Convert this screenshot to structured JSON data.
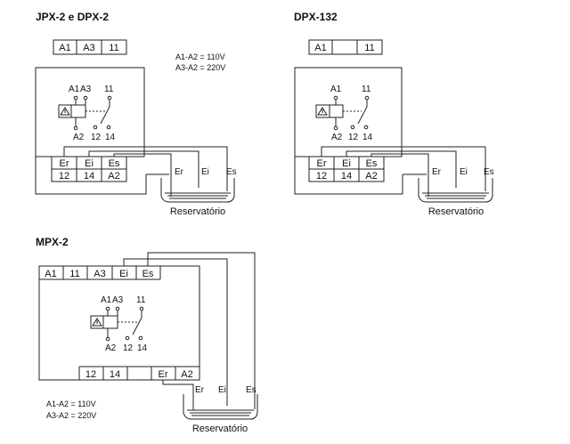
{
  "diagram1": {
    "title": "JPX-2 e DPX-2",
    "top_terminals": [
      "A1",
      "A3",
      "11"
    ],
    "note_line1": "A1-A2 = 110V",
    "note_line2": "A3-A2 = 220V",
    "relay_top": [
      "A1",
      "A3",
      "11"
    ],
    "relay_bottom": [
      "A2",
      "12",
      "14"
    ],
    "bottom_row1": [
      "Er",
      "Ei",
      "Es"
    ],
    "bottom_row2": [
      "12",
      "14",
      "A2"
    ],
    "probes": [
      "Er",
      "Ei",
      "Es"
    ],
    "reservoir": "Reservatório"
  },
  "diagram2": {
    "title": "DPX-132",
    "top_terminals": [
      "A1",
      "",
      "11"
    ],
    "relay_top": [
      "A1",
      "11"
    ],
    "relay_bottom": [
      "A2",
      "12",
      "14"
    ],
    "bottom_row1": [
      "Er",
      "Ei",
      "Es"
    ],
    "bottom_row2": [
      "12",
      "14",
      "A2"
    ],
    "probes": [
      "Er",
      "Ei",
      "Es"
    ],
    "reservoir": "Reservatório"
  },
  "diagram3": {
    "title": "MPX-2",
    "top_terminals": [
      "A1",
      "11",
      "A3",
      "Ei",
      "Es"
    ],
    "relay_top": [
      "A1",
      "A3",
      "11"
    ],
    "relay_bottom": [
      "A2",
      "12",
      "14"
    ],
    "bottom_terminals": [
      "12",
      "14",
      "",
      "Er",
      "A2"
    ],
    "probes": [
      "Er",
      "Ei",
      "Es"
    ],
    "reservoir": "Reservatório",
    "note_line1": "A1-A2 = 110V",
    "note_line2": "A3-A2 = 220V"
  }
}
